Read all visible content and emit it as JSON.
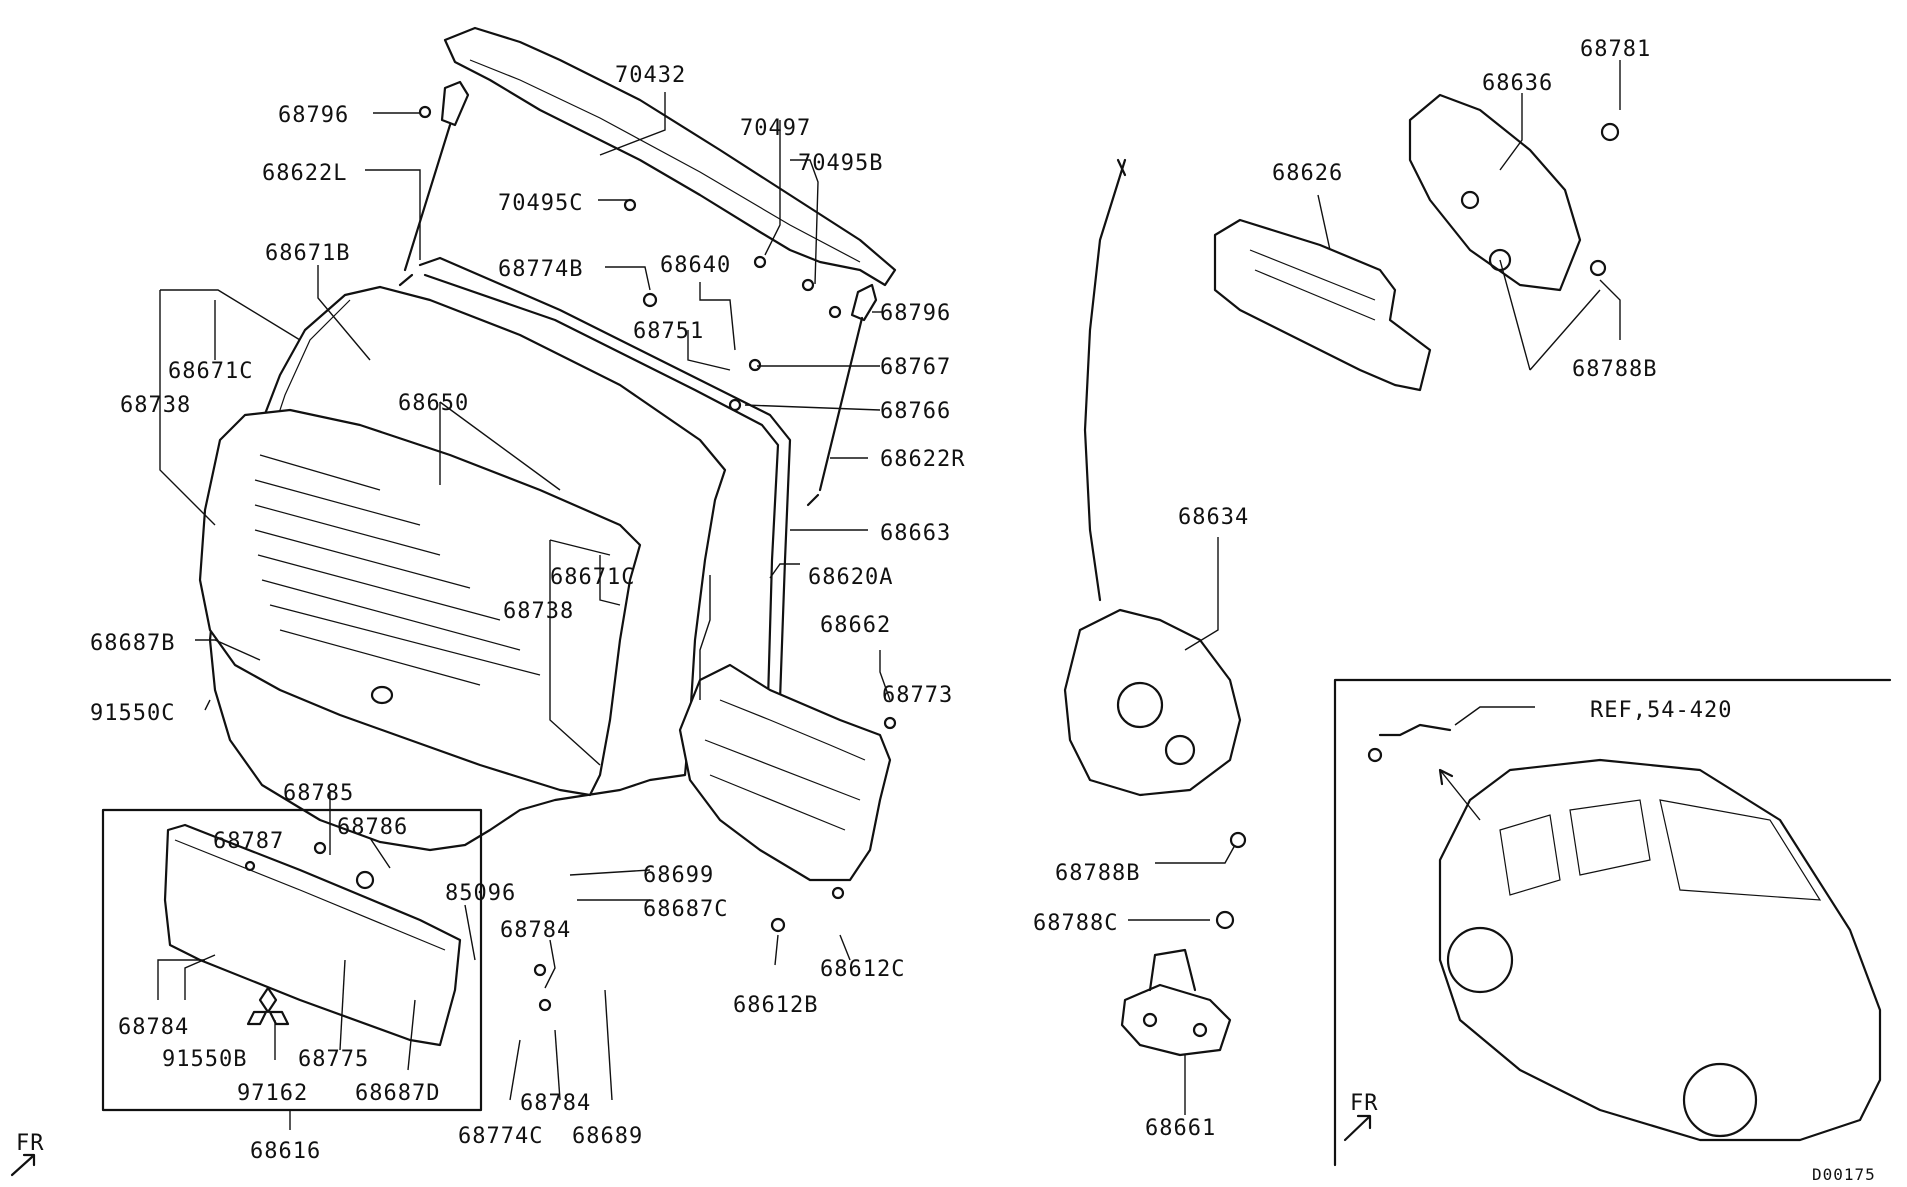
{
  "diagram": {
    "diagram_code": "D00175",
    "fr_marker": "FR",
    "reference": "REF,54-420",
    "parts": {
      "p70432": "70432",
      "p68796a": "68796",
      "p70497": "70497",
      "p68622L": "68622L",
      "p70495B": "70495B",
      "p70495C": "70495C",
      "p68671B": "68671B",
      "p68774B": "68774B",
      "p68640": "68640",
      "p68796b": "68796",
      "p68671Ca": "68671C",
      "p68751": "68751",
      "p68767": "68767",
      "p68738a": "68738",
      "p68650": "68650",
      "p68766": "68766",
      "p68622R": "68622R",
      "p68663": "68663",
      "p68671Cb": "68671C",
      "p68620A": "68620A",
      "p68738b": "68738",
      "p68662": "68662",
      "p68687B": "68687B",
      "p68773": "68773",
      "p91550C": "91550C",
      "p68785": "68785",
      "p68786": "68786",
      "p68787": "68787",
      "p85096": "85096",
      "p68699": "68699",
      "p68687C": "68687C",
      "p68784a": "68784",
      "p68612C": "68612C",
      "p68612B": "68612B",
      "p68784b": "68784",
      "p91550B": "91550B",
      "p68775": "68775",
      "p97162": "97162",
      "p68687D": "68687D",
      "p68784c": "68784",
      "p68774C": "68774C",
      "p68689": "68689",
      "p68616": "68616",
      "p68626": "68626",
      "p68636": "68636",
      "p68781": "68781",
      "p68788Ba": "68788B",
      "p68634": "68634",
      "p68788Bb": "68788B",
      "p68788C": "68788C",
      "p68661": "68661"
    }
  }
}
